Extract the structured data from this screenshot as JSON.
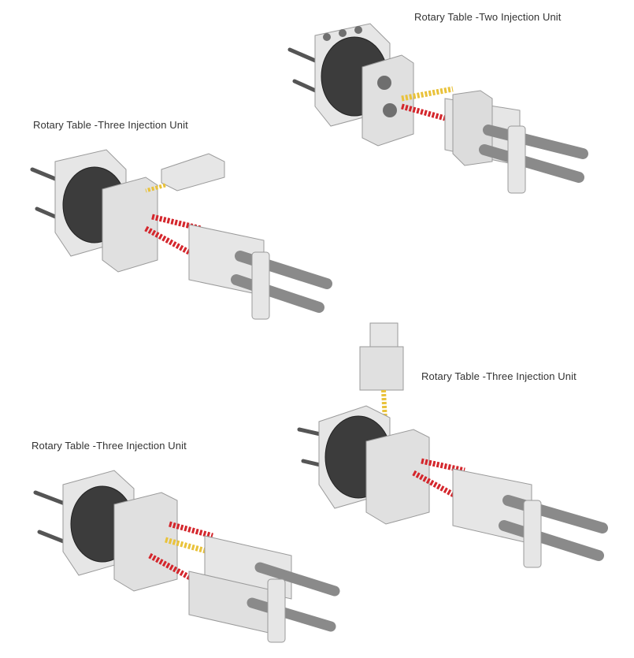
{
  "captions": {
    "two_unit": "Rotary Table -Two Injection Unit",
    "three_unit_a": "Rotary Table -Three Injection Unit",
    "three_unit_b": "Rotary Table -Three Injection Unit",
    "three_unit_c": "Rotary Table -Three Injection Unit"
  },
  "colors": {
    "metal_light": "#e6e6e6",
    "metal_mid": "#bdbdbd",
    "metal_dark": "#6f6f6f",
    "table_dark": "#3c3c3c",
    "screw_red": "#d4262c",
    "screw_yellow": "#e9c23a"
  }
}
